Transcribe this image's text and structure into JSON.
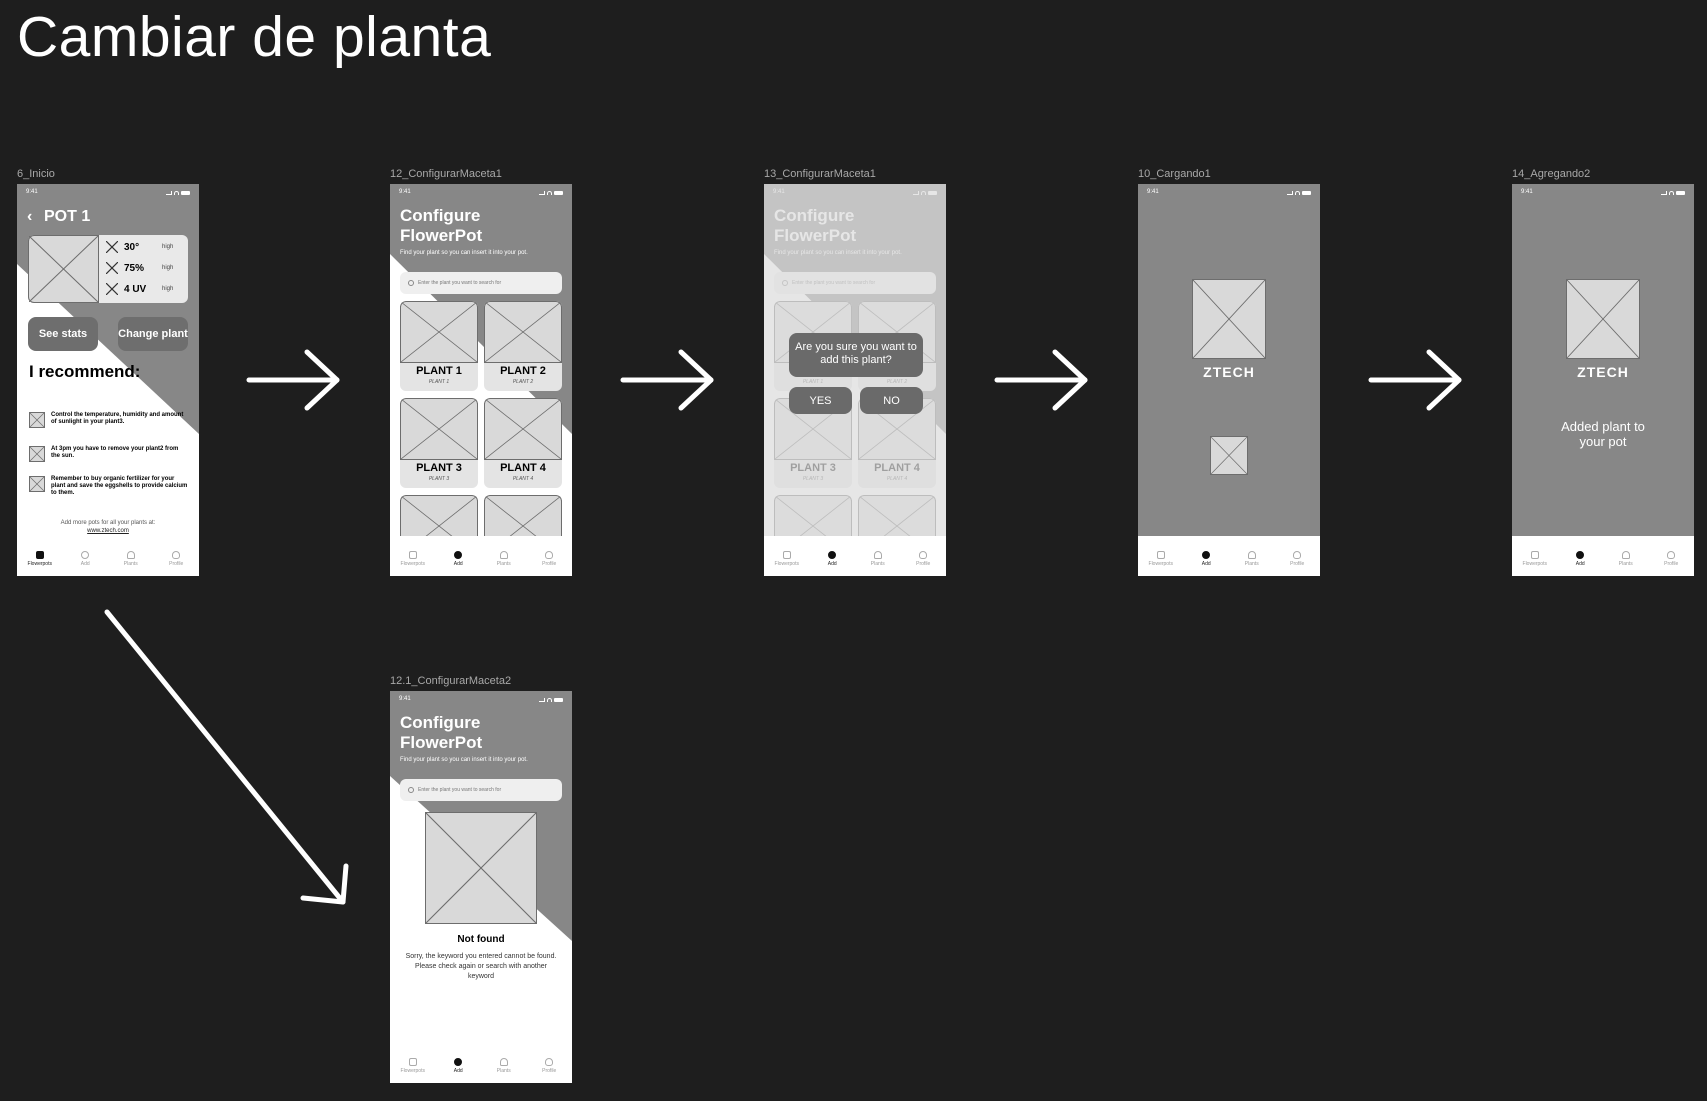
{
  "page": {
    "title": "Cambiar de planta"
  },
  "status_time": "9:41",
  "tabs": [
    "Flowerpots",
    "Add",
    "Plants",
    "Profile"
  ],
  "frames": {
    "inicio": {
      "label": "6_Inicio",
      "title": "POT 1",
      "stats": [
        {
          "value": "30°",
          "level": "high"
        },
        {
          "value": "75%",
          "level": "high"
        },
        {
          "value": "4 UV",
          "level": "high"
        }
      ],
      "see_stats": "See stats",
      "change_plant": "Change plant",
      "recommend": "I recommend:",
      "tips": [
        "Control the temperature, humidity and amount of sunlight in your plant3.",
        "At 3pm you have to remove your plant2 from the sun.",
        "Remember to buy organic fertilizer for your plant and save the eggshells to provide calcium to them."
      ],
      "add_more": "Add more pots for all your plants at:",
      "url": "www.ztech.com"
    },
    "config1": {
      "label": "12_ConfigurarMaceta1",
      "title_line1": "Configure",
      "title_line2": "FlowerPot",
      "subtitle": "Find your plant so you can insert it into your pot.",
      "search_placeholder": "Enter the plant you want to search for",
      "plants": [
        {
          "name": "PLANT 1",
          "sub": "PLANT 1"
        },
        {
          "name": "PLANT 2",
          "sub": "PLANT 2"
        },
        {
          "name": "PLANT 3",
          "sub": "PLANT 3"
        },
        {
          "name": "PLANT 4",
          "sub": "PLANT 4"
        }
      ]
    },
    "config_dialog": {
      "label": "13_ConfigurarMaceta1",
      "question": "Are you sure you want to add this plant?",
      "yes": "YES",
      "no": "NO"
    },
    "loading": {
      "label": "10_Cargando1",
      "brand": "ZTECH"
    },
    "added": {
      "label": "14_Agregando2",
      "brand": "ZTECH",
      "message": "Added plant to your pot"
    },
    "not_found": {
      "label": "12.1_ConfigurarMaceta2",
      "title": "Not found",
      "body": "Sorry, the keyword you entered cannot be found. Please check again or search with another keyword"
    }
  }
}
